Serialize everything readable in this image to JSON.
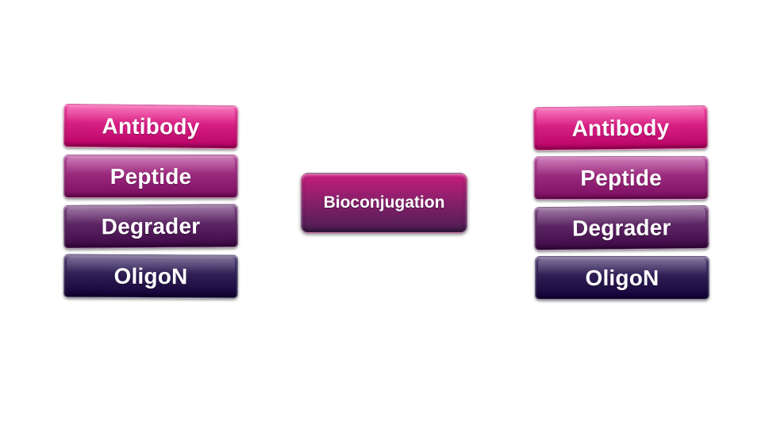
{
  "left_stack": {
    "items": [
      {
        "label": "Antibody",
        "color": "#d61f82"
      },
      {
        "label": "Peptide",
        "color": "#9a2a7d"
      },
      {
        "label": "Degrader",
        "color": "#5b2563"
      },
      {
        "label": "OligoN",
        "color": "#2f1f55"
      }
    ]
  },
  "center": {
    "label": "Bioconjugation",
    "gradient_top": "#c81c7c",
    "gradient_bottom": "#4a1d54"
  },
  "right_stack": {
    "items": [
      {
        "label": "Antibody",
        "color": "#d61f82"
      },
      {
        "label": "Peptide",
        "color": "#9a2a7d"
      },
      {
        "label": "Degrader",
        "color": "#5b2563"
      },
      {
        "label": "OligoN",
        "color": "#2f1f55"
      }
    ]
  }
}
